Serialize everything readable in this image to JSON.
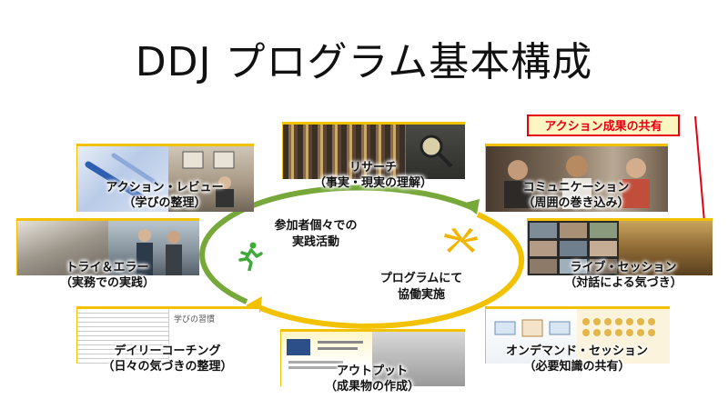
{
  "title": "DDJ プログラム基本構成",
  "center": {
    "top_line1": "参加者個々での",
    "top_line2": "実践活動",
    "bottom_line1": "プログラムにて",
    "bottom_line2": "協働実施"
  },
  "badge": "アクション成果の共有",
  "cards": {
    "action_review": {
      "line1": "アクション・レビュー",
      "line2": "（学びの整理）"
    },
    "research": {
      "line1": "リサーチ",
      "line2": "（事実・現実の理解）"
    },
    "communication": {
      "line1": "コミュニケーション",
      "line2": "（周囲の巻き込み）"
    },
    "trial_error": {
      "line1": "トライ＆エラー",
      "line2": "（実務での実践）"
    },
    "live_session": {
      "line1": "ライブ・セッション",
      "line2": "（対話による気づき）"
    },
    "daily_coaching": {
      "line1": "デイリーコーチング",
      "line2": "（日々の気づきの整理）"
    },
    "output": {
      "line1": "アウトプット",
      "line2": "（成果物の作成）"
    },
    "on_demand": {
      "line1": "オンデマンド・セッション",
      "line2": "（必要知識の共有）"
    }
  },
  "screens": {
    "daily_heading": "学びの習慣"
  },
  "colors": {
    "green_arc": "#76a83a",
    "yellow_arc": "#f2c200",
    "red_line": "#e60012",
    "card_border": "#f2c200"
  },
  "icons": [
    "running-person-icon",
    "hands-together-icon"
  ]
}
